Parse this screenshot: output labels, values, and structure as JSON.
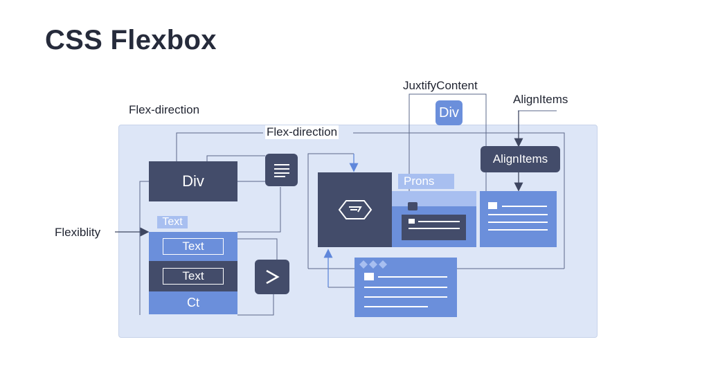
{
  "title": "CSS Flexbox",
  "labels": {
    "flex_direction_top": "Flex-direction",
    "flex_direction_panel": "Flex-direction",
    "justify_content": "JuxtifyContent",
    "align_items_top": "AlignItems",
    "flexibility": "Flexiblity"
  },
  "nodes": {
    "div_left": "Div",
    "div_top": "Div",
    "align_items_box": "AlignItems",
    "prons_tag": "Prons",
    "text_tag": "Text",
    "stack_text_1": "Text",
    "stack_text_2": "Text",
    "stack_ct": "Ct"
  },
  "icons": [
    "document-lines-icon",
    "chevron-right-icon",
    "hexagon-link-icon",
    "card-list-icon",
    "envelope-list-icon",
    "dots-icon"
  ],
  "colors": {
    "dark_node": "#434c6a",
    "blue_node": "#6b8fdb",
    "light_blue": "#a8bff0",
    "panel": "#dde6f7",
    "connector": "#5a6788"
  }
}
